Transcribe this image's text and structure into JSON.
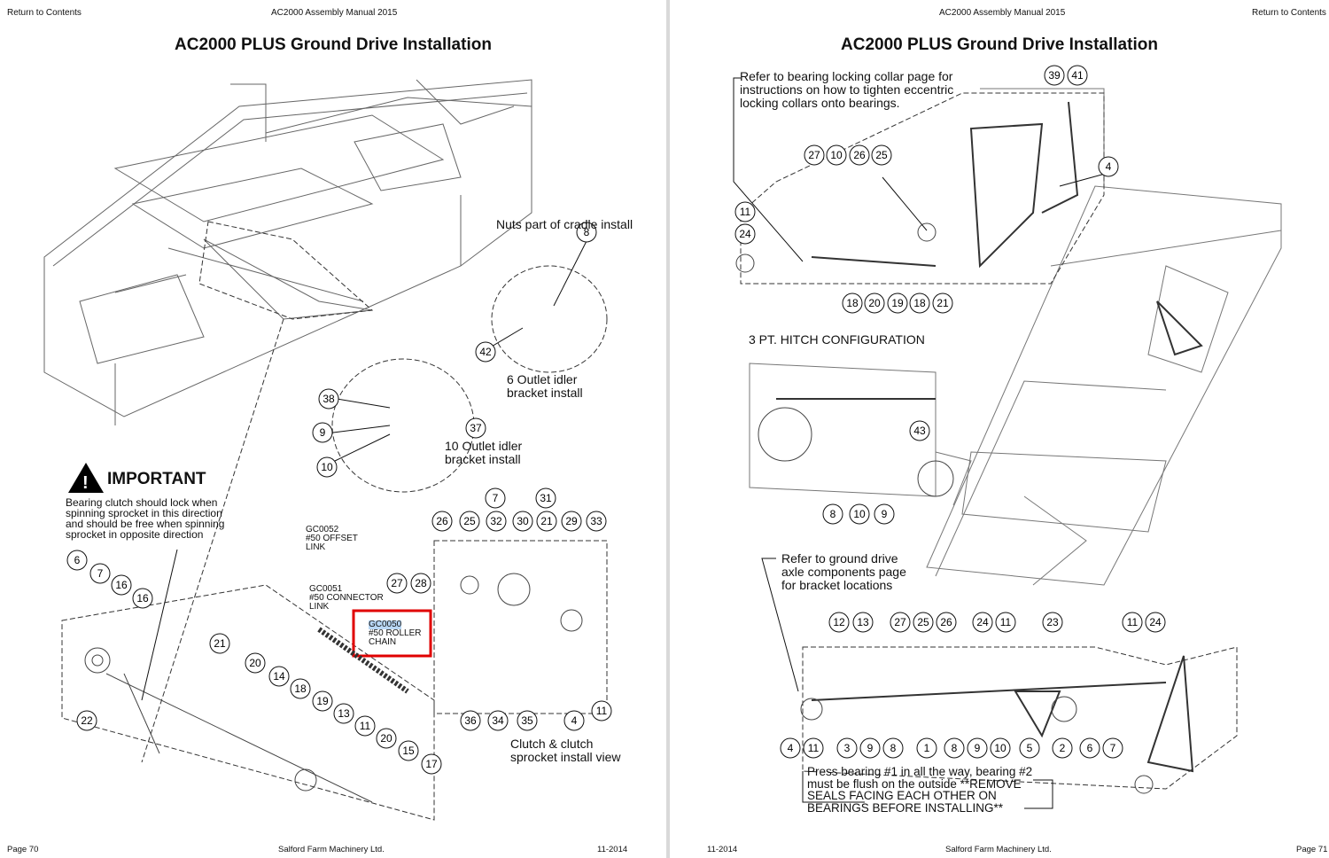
{
  "left": {
    "return_link": "Return to Contents",
    "manual": "AC2000 Assembly Manual 2015",
    "title": "AC2000 PLUS Ground Drive Installation",
    "notes": {
      "nuts": "Nuts part of cradle install",
      "six_outlet": "6 Outlet idler bracket install",
      "ten_outlet": "10 Outlet idler bracket install",
      "clutch": "Clutch & clutch sprocket install view"
    },
    "important": {
      "heading": "IMPORTANT",
      "text": "Bearing clutch should lock when spinning sprocket in this direction and should be free when spinning sprocket in opposite direction"
    },
    "parts": {
      "gc0052": "GC0052",
      "gc0052_desc": "#50 OFFSET LINK",
      "gc0051": "GC0051",
      "gc0051_desc": "#50 CONNECTOR LINK",
      "gc0050": "GC0050",
      "gc0050_desc": "#50 ROLLER CHAIN"
    },
    "highlight_color": "#e00000",
    "footer": {
      "page": "Page 70",
      "company": "Salford Farm Machinery Ltd.",
      "date": "11-2014"
    }
  },
  "right": {
    "return_link": "Return to Contents",
    "manual": "AC2000 Assembly Manual 2015",
    "title": "AC2000 PLUS Ground Drive Installation",
    "notes": {
      "bearing_collar": "Refer to bearing locking collar page for instructions on how to tighten eccentric locking collars onto bearings.",
      "hitch": "3 PT. HITCH CONFIGURATION",
      "axle": "Refer to ground drive axle components page for bracket locations",
      "press": "Press bearing #1 in all the way, bearing #2 must be flush on the outside **REMOVE SEALS FACING EACH OTHER ON BEARINGS BEFORE INSTALLING**"
    },
    "footer": {
      "page": "Page 71",
      "company": "Salford Farm Machinery Ltd.",
      "date": "11-2014"
    }
  },
  "callouts_left": [
    "8",
    "42",
    "38",
    "37",
    "9",
    "10",
    "7",
    "31",
    "26",
    "25",
    "32",
    "30",
    "21",
    "29",
    "33",
    "27",
    "28",
    "6",
    "7",
    "16",
    "16",
    "21",
    "20",
    "22",
    "14",
    "18",
    "19",
    "13",
    "11",
    "20",
    "15",
    "17",
    "36",
    "34",
    "35",
    "4",
    "11"
  ],
  "callouts_right": [
    "39",
    "41",
    "4",
    "27",
    "10",
    "26",
    "25",
    "11",
    "24",
    "18",
    "20",
    "19",
    "18",
    "21",
    "43",
    "8",
    "10",
    "9",
    "12",
    "13",
    "27",
    "25",
    "26",
    "24",
    "11",
    "23",
    "11",
    "24",
    "4",
    "11",
    "3",
    "9",
    "8",
    "1",
    "8",
    "9",
    "10",
    "5",
    "2",
    "6",
    "7"
  ]
}
